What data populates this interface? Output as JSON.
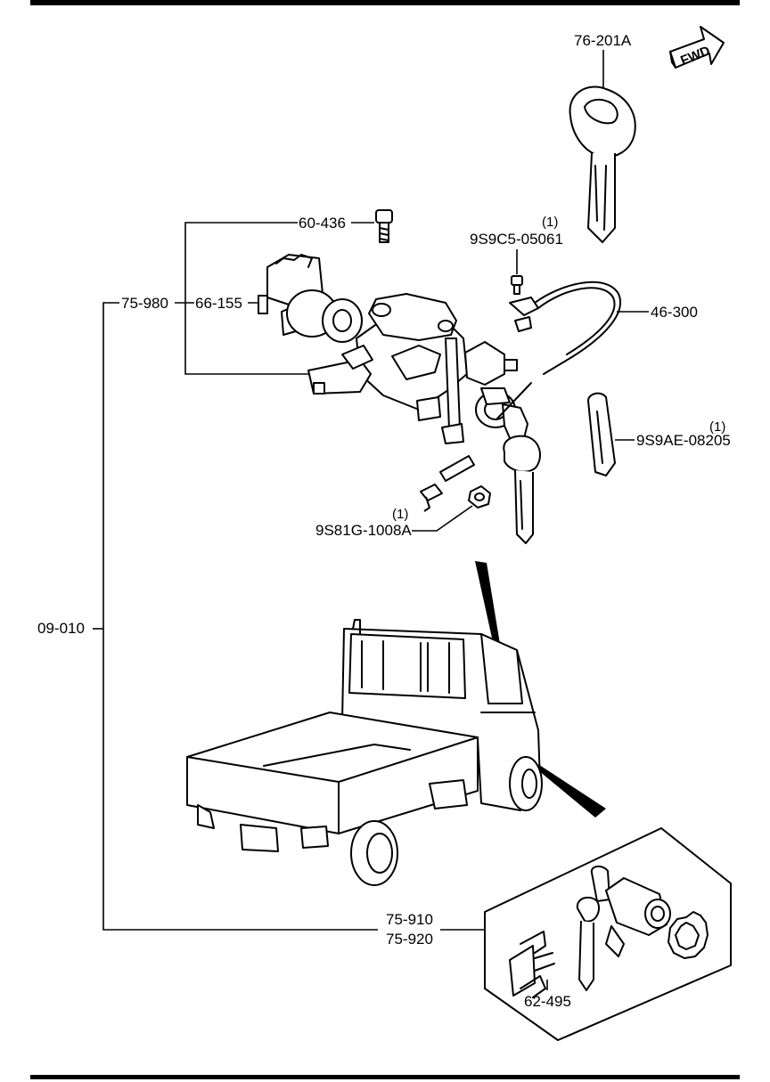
{
  "fwd_badge": "FWD",
  "parts": {
    "key_blank": "76-201A",
    "bolt": "60-436",
    "screw_qty": "(1)",
    "screw": "9S9C5-05061",
    "cable": "46-300",
    "ignition_assy": "75-980",
    "bracket": "66-155",
    "clip_qty": "(1)",
    "clip": "9S9AE-08205",
    "nut_qty": "(1)",
    "nut": "9S81G-1008A",
    "lock_set": "09-010",
    "door_lock_a": "75-910",
    "door_lock_b": "75-920",
    "retainer": "62-495"
  },
  "icons": [
    "fwd-arrow-icon",
    "key-icon",
    "ignition-switch-icon",
    "truck-icon",
    "door-lock-cylinder-icon"
  ]
}
